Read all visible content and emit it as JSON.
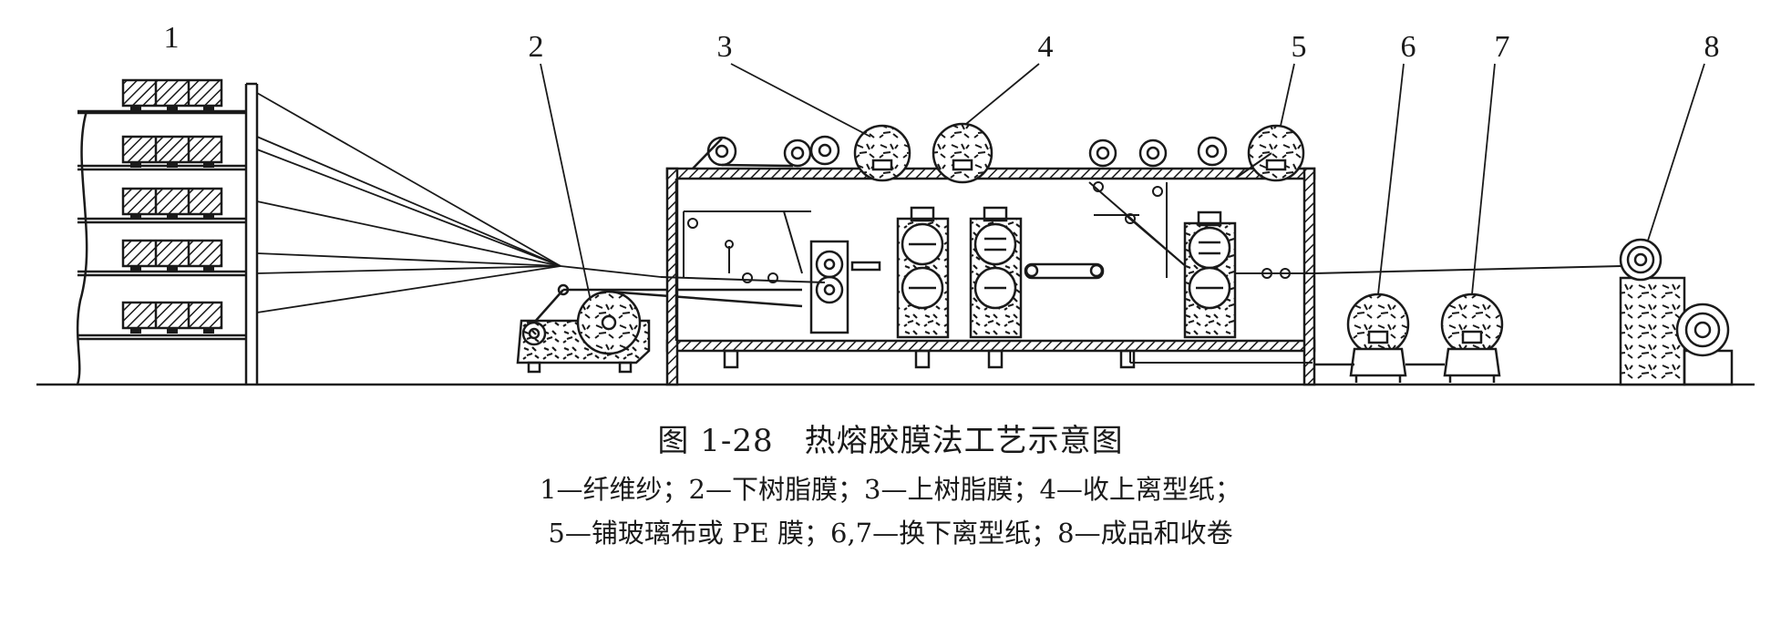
{
  "figure": {
    "number": "图 1-28",
    "title": "热熔胶膜法工艺示意图"
  },
  "component_labels": [
    "1",
    "2",
    "3",
    "4",
    "5",
    "6",
    "7",
    "8"
  ],
  "legend": {
    "line1": [
      "1—纤维纱",
      "2—下树脂膜",
      "3—上树脂膜",
      "4—收上离型纸；"
    ],
    "line2": [
      "5—铺玻璃布或 PE 膜",
      "6,7—换下离型纸",
      "8—成品和收卷"
    ]
  }
}
